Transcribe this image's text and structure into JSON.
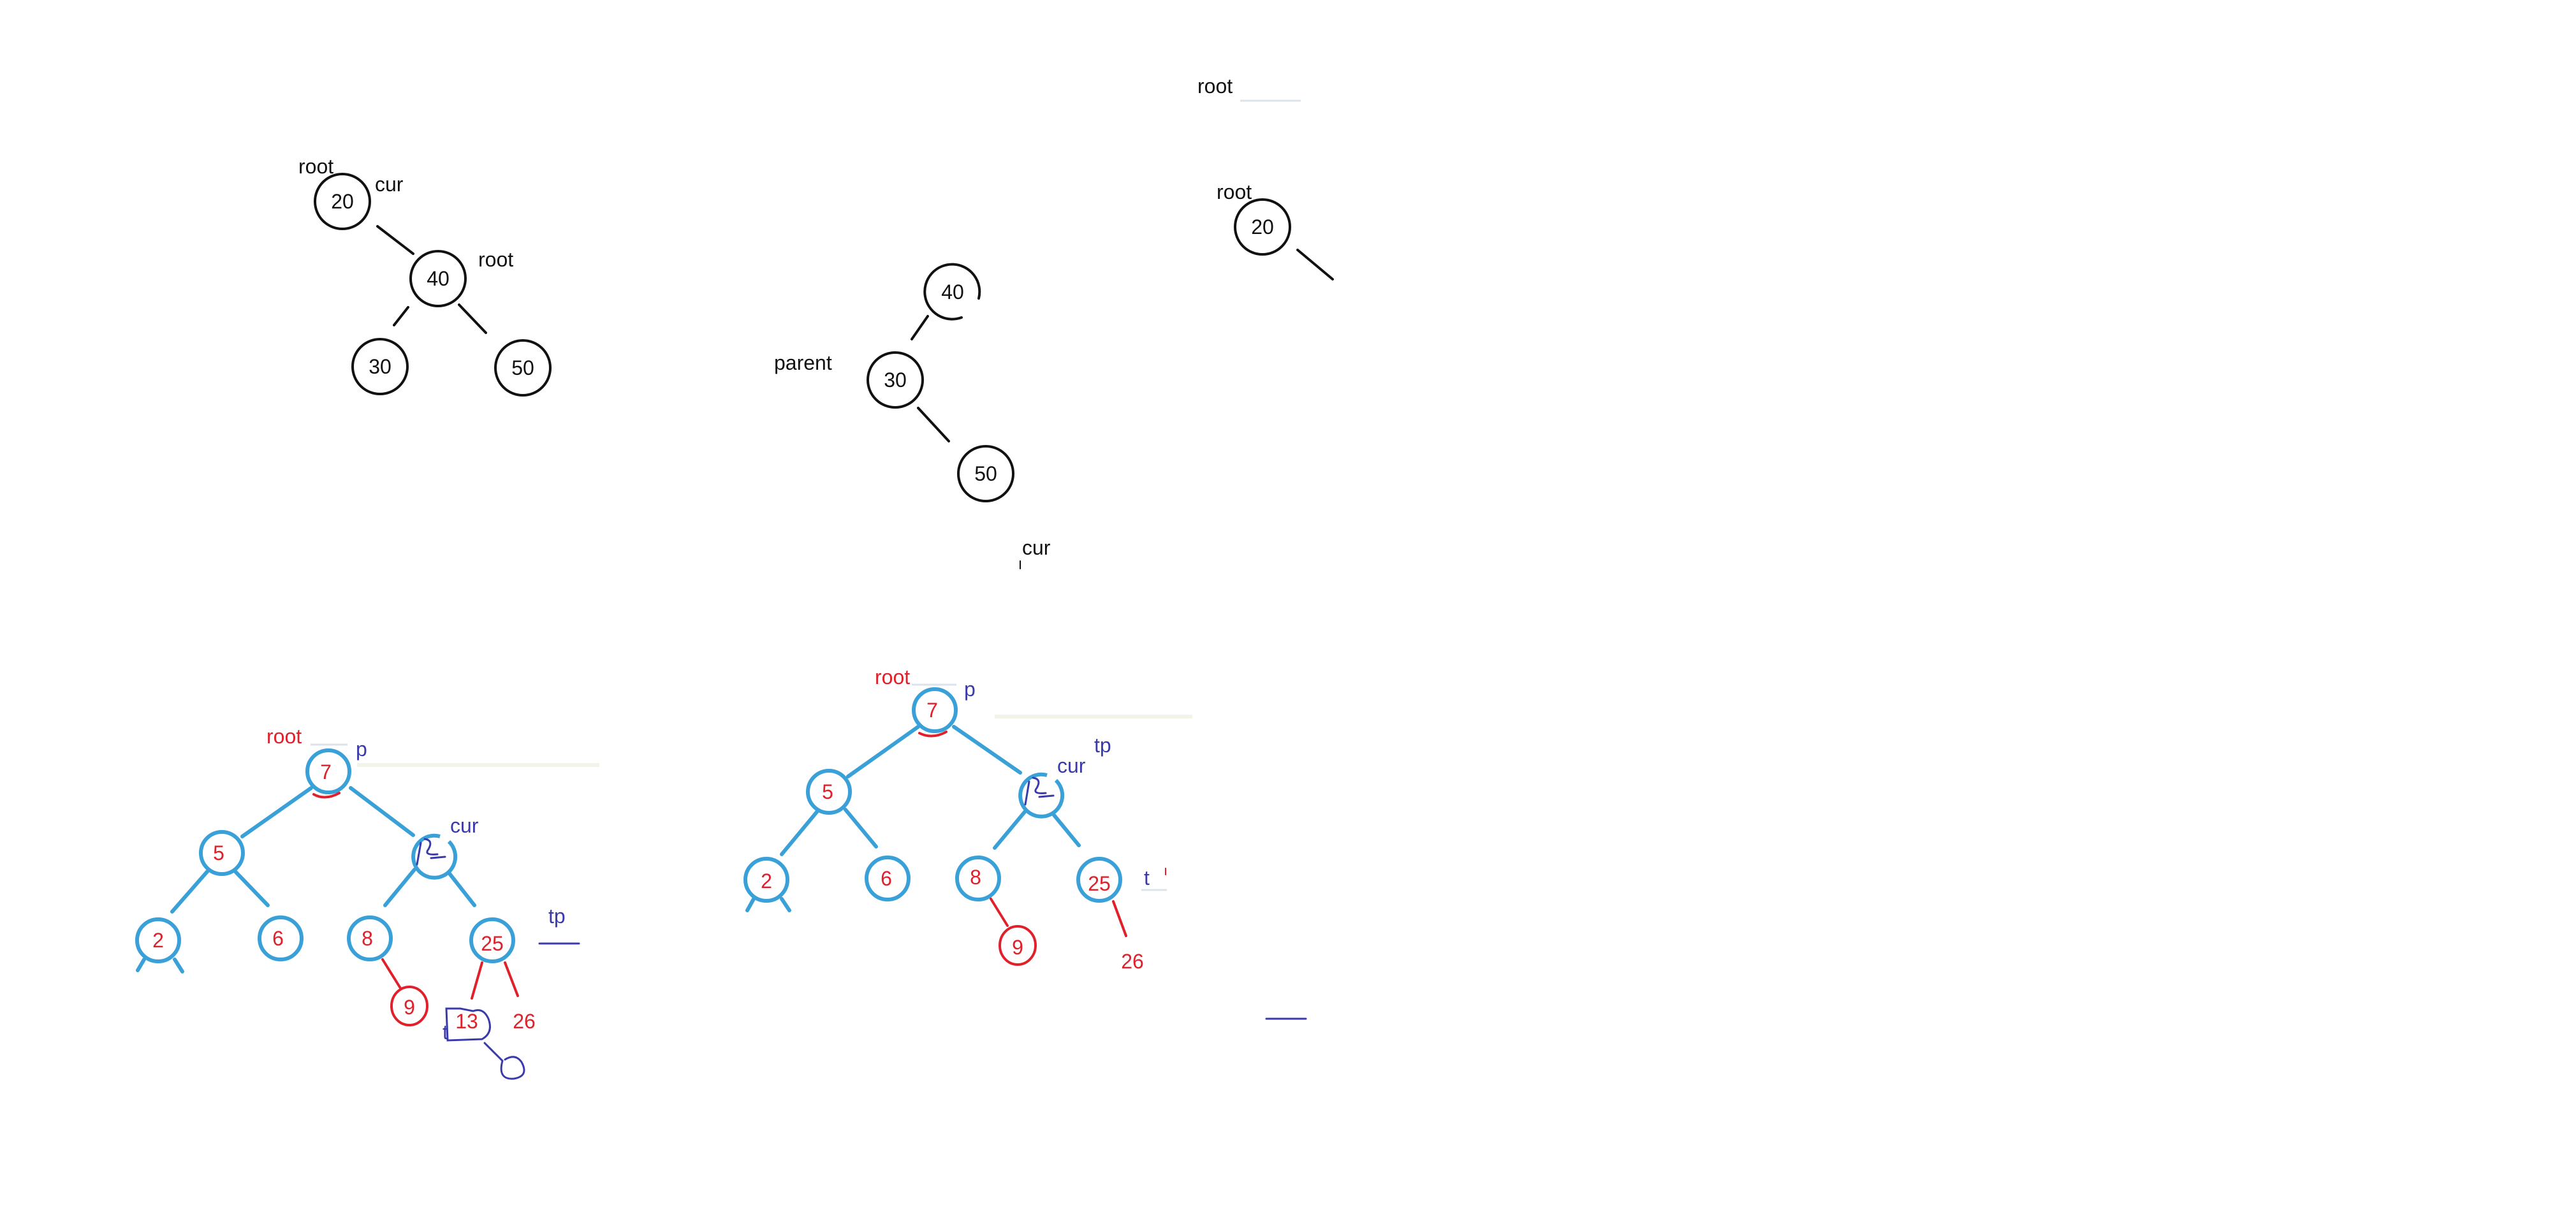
{
  "colors": {
    "black_ink": "#111111",
    "tree_blue": "#3aa0d8",
    "pen_red": "#e0202a",
    "pen_blue": "#3a3aaa"
  },
  "top_left": {
    "labels": {
      "root1": "root",
      "cur": "cur",
      "root2": "root"
    },
    "nodes": {
      "n20": "20",
      "n40": "40",
      "n30": "30",
      "n50": "50"
    }
  },
  "top_middle": {
    "labels": {
      "parent": "parent",
      "cur": "cur"
    },
    "nodes": {
      "n40": "40",
      "n30": "30",
      "n50": "50"
    }
  },
  "top_right": {
    "labels": {
      "root_top": "root",
      "root": "root"
    },
    "nodes": {
      "n20": "20"
    }
  },
  "bottom_left": {
    "labels": {
      "root": "root",
      "p": "p",
      "cur": "cur",
      "tp": "tp",
      "t": "t"
    },
    "nodes": {
      "n7": "7",
      "n5": "5",
      "n2": "2",
      "n6": "6",
      "n8": "8",
      "n25": "25",
      "n9": "9",
      "n13": "13",
      "n26": "26"
    }
  },
  "bottom_middle": {
    "labels": {
      "root": "root",
      "p": "p",
      "cur": "cur",
      "tp": "tp",
      "t": "t"
    },
    "nodes": {
      "n7": "7",
      "n5": "5",
      "n2": "2",
      "n6": "6",
      "n8": "8",
      "n25": "25",
      "n9": "9",
      "n26": "26"
    }
  }
}
